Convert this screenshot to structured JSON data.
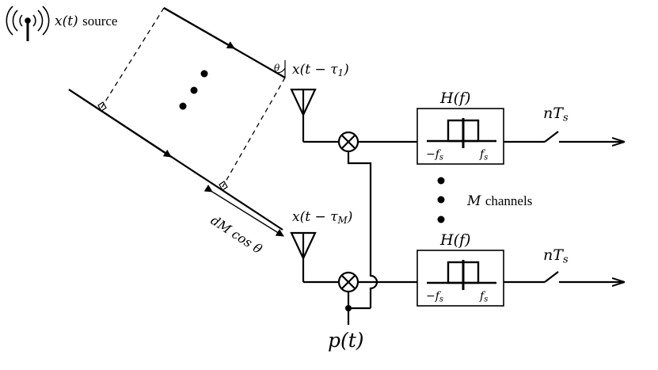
{
  "source_label": "x(t) source",
  "source_math": "x(t)",
  "source_word": "source",
  "angle_label": "θ",
  "delay_top": "x(t − τ",
  "delay_top_sub": "1",
  "delay_bottom": "x(t − τ",
  "delay_bottom_sub": "M",
  "close_paren": ")",
  "spacing_label": "dM cos θ",
  "filter_top": {
    "title": "H(f)",
    "left_tick": "−f",
    "right_tick": "f",
    "tick_sub": "s"
  },
  "filter_bottom": {
    "title": "H(f)",
    "left_tick": "−f",
    "right_tick": "f",
    "tick_sub": "s"
  },
  "sampler_top": {
    "label": "nT",
    "sub": "s"
  },
  "sampler_bottom": {
    "label": "nT",
    "sub": "s"
  },
  "channels_label": "M channels",
  "channels_M": "M",
  "channels_word": "channels",
  "mixing_signal": "p(t)",
  "icons": [
    "antenna-source-icon",
    "antenna-receiver-icon",
    "mixer-icon",
    "switch-icon"
  ]
}
